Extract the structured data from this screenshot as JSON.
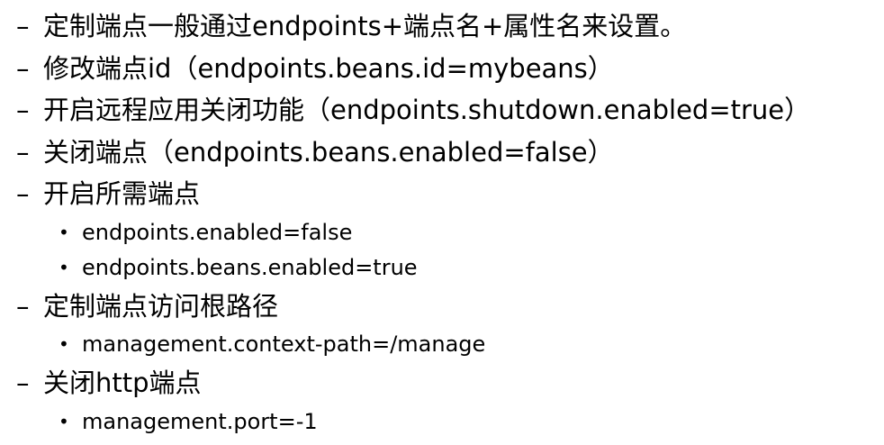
{
  "document": {
    "items": [
      {
        "level": 1,
        "marker": "–",
        "text": "定制端点一般通过endpoints+端点名+属性名来设置。"
      },
      {
        "level": 1,
        "marker": "–",
        "text": "修改端点id（endpoints.beans.id=mybeans）"
      },
      {
        "level": 1,
        "marker": "–",
        "text": "开启远程应用关闭功能（endpoints.shutdown.enabled=true）"
      },
      {
        "level": 1,
        "marker": "–",
        "text": "关闭端点（endpoints.beans.enabled=false）"
      },
      {
        "level": 1,
        "marker": "–",
        "text": "开启所需端点"
      },
      {
        "level": 2,
        "marker": "•",
        "text": "endpoints.enabled=false"
      },
      {
        "level": 2,
        "marker": "•",
        "text": "endpoints.beans.enabled=true"
      },
      {
        "level": 1,
        "marker": "–",
        "text": "定制端点访问根路径"
      },
      {
        "level": 2,
        "marker": "•",
        "text": "management.context-path=/manage"
      },
      {
        "level": 1,
        "marker": "–",
        "text": "关闭http端点"
      },
      {
        "level": 2,
        "marker": "•",
        "text": "management.port=-1"
      }
    ]
  }
}
